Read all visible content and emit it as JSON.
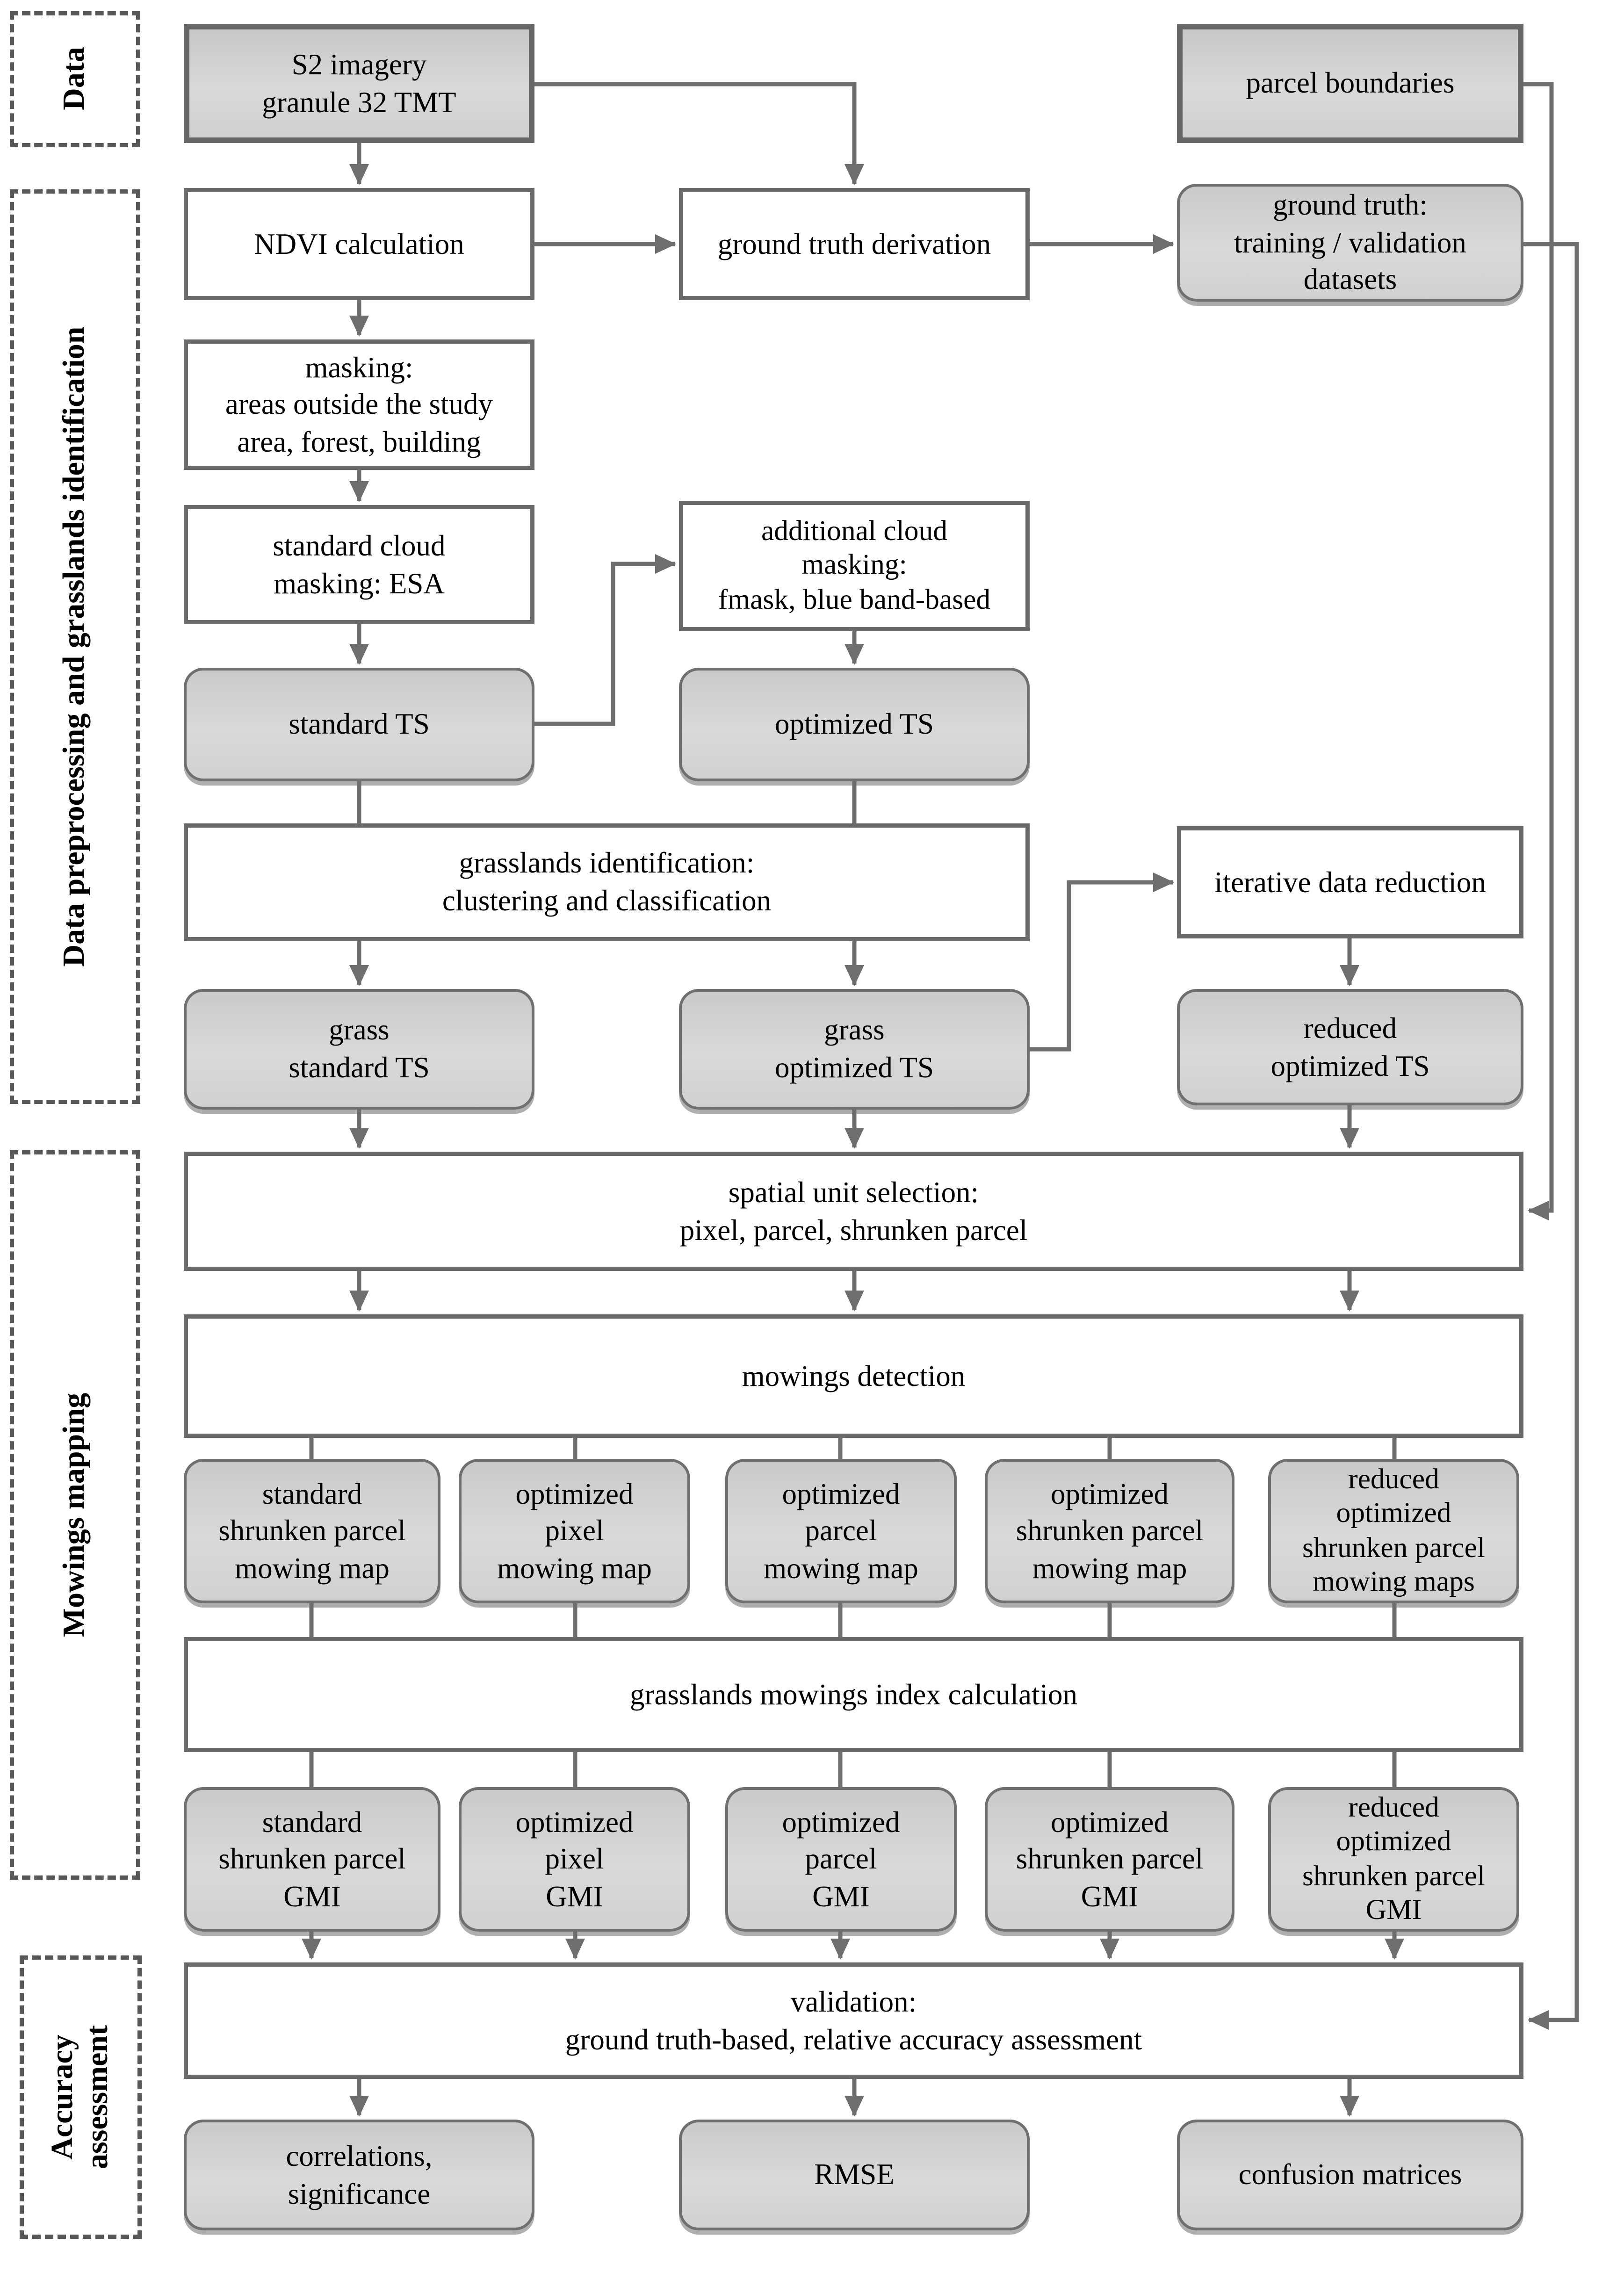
{
  "colors": {
    "box_fill_gray": "#d2d2d2",
    "box_border": "#666666",
    "connector": "#6e6e6e",
    "dashed_border": "#575757",
    "text": "#000000",
    "background": "#ffffff"
  },
  "sidebar": {
    "sections": [
      {
        "id": "data",
        "label": "Data"
      },
      {
        "id": "preprocessing",
        "label": "Data preprocessing and grasslands identification"
      },
      {
        "id": "mowings",
        "label": "Mowings mapping"
      },
      {
        "id": "accuracy",
        "label": "Accuracy\nassessment"
      }
    ]
  },
  "nodes": {
    "s2_imagery": {
      "label": "S2 imagery\ngranule 32 TMT"
    },
    "parcel_boundaries": {
      "label": "parcel boundaries"
    },
    "ndvi": {
      "label": "NDVI calculation"
    },
    "gt_derivation": {
      "label": "ground truth derivation"
    },
    "gt_datasets": {
      "label": "ground truth:\ntraining / validation\ndatasets"
    },
    "masking": {
      "label": "masking:\nareas outside the study\narea, forest, building"
    },
    "std_cloud": {
      "label": "standard cloud\nmasking: ESA"
    },
    "add_cloud": {
      "label": "additional cloud\nmasking:\nfmask, blue band-based"
    },
    "standard_ts": {
      "label": "standard TS"
    },
    "optimized_ts": {
      "label": "optimized TS"
    },
    "grass_id": {
      "label": "grasslands identification:\nclustering and classification"
    },
    "iter_reduction": {
      "label": "iterative data reduction"
    },
    "grass_std_ts": {
      "label": "grass\nstandard TS"
    },
    "grass_opt_ts": {
      "label": "grass\noptimized TS"
    },
    "reduced_opt_ts": {
      "label": "reduced\noptimized TS"
    },
    "spatial_unit": {
      "label": "spatial unit selection:\npixel, parcel, shrunken parcel"
    },
    "mowings_detection": {
      "label": "mowings detection"
    },
    "mow_map_1": {
      "label": "standard\nshrunken parcel\nmowing map"
    },
    "mow_map_2": {
      "label": "optimized\npixel\nmowing map"
    },
    "mow_map_3": {
      "label": "optimized\nparcel\nmowing map"
    },
    "mow_map_4": {
      "label": "optimized\nshrunken parcel\nmowing map"
    },
    "mow_map_5": {
      "label": "reduced\noptimized\nshrunken parcel\nmowing maps"
    },
    "gmi_calc": {
      "label": "grasslands mowings index calculation"
    },
    "gmi_1": {
      "label": "standard\nshrunken parcel\nGMI"
    },
    "gmi_2": {
      "label": "optimized\npixel\nGMI"
    },
    "gmi_3": {
      "label": "optimized\nparcel\nGMI"
    },
    "gmi_4": {
      "label": "optimized\nshrunken parcel\nGMI"
    },
    "gmi_5": {
      "label": "reduced\noptimized\nshrunken parcel\nGMI"
    },
    "validation": {
      "label": "validation:\nground truth-based, relative accuracy assessment"
    },
    "correlations": {
      "label": "correlations,\nsignificance"
    },
    "rmse": {
      "label": "RMSE"
    },
    "confusion": {
      "label": "confusion matrices"
    }
  }
}
